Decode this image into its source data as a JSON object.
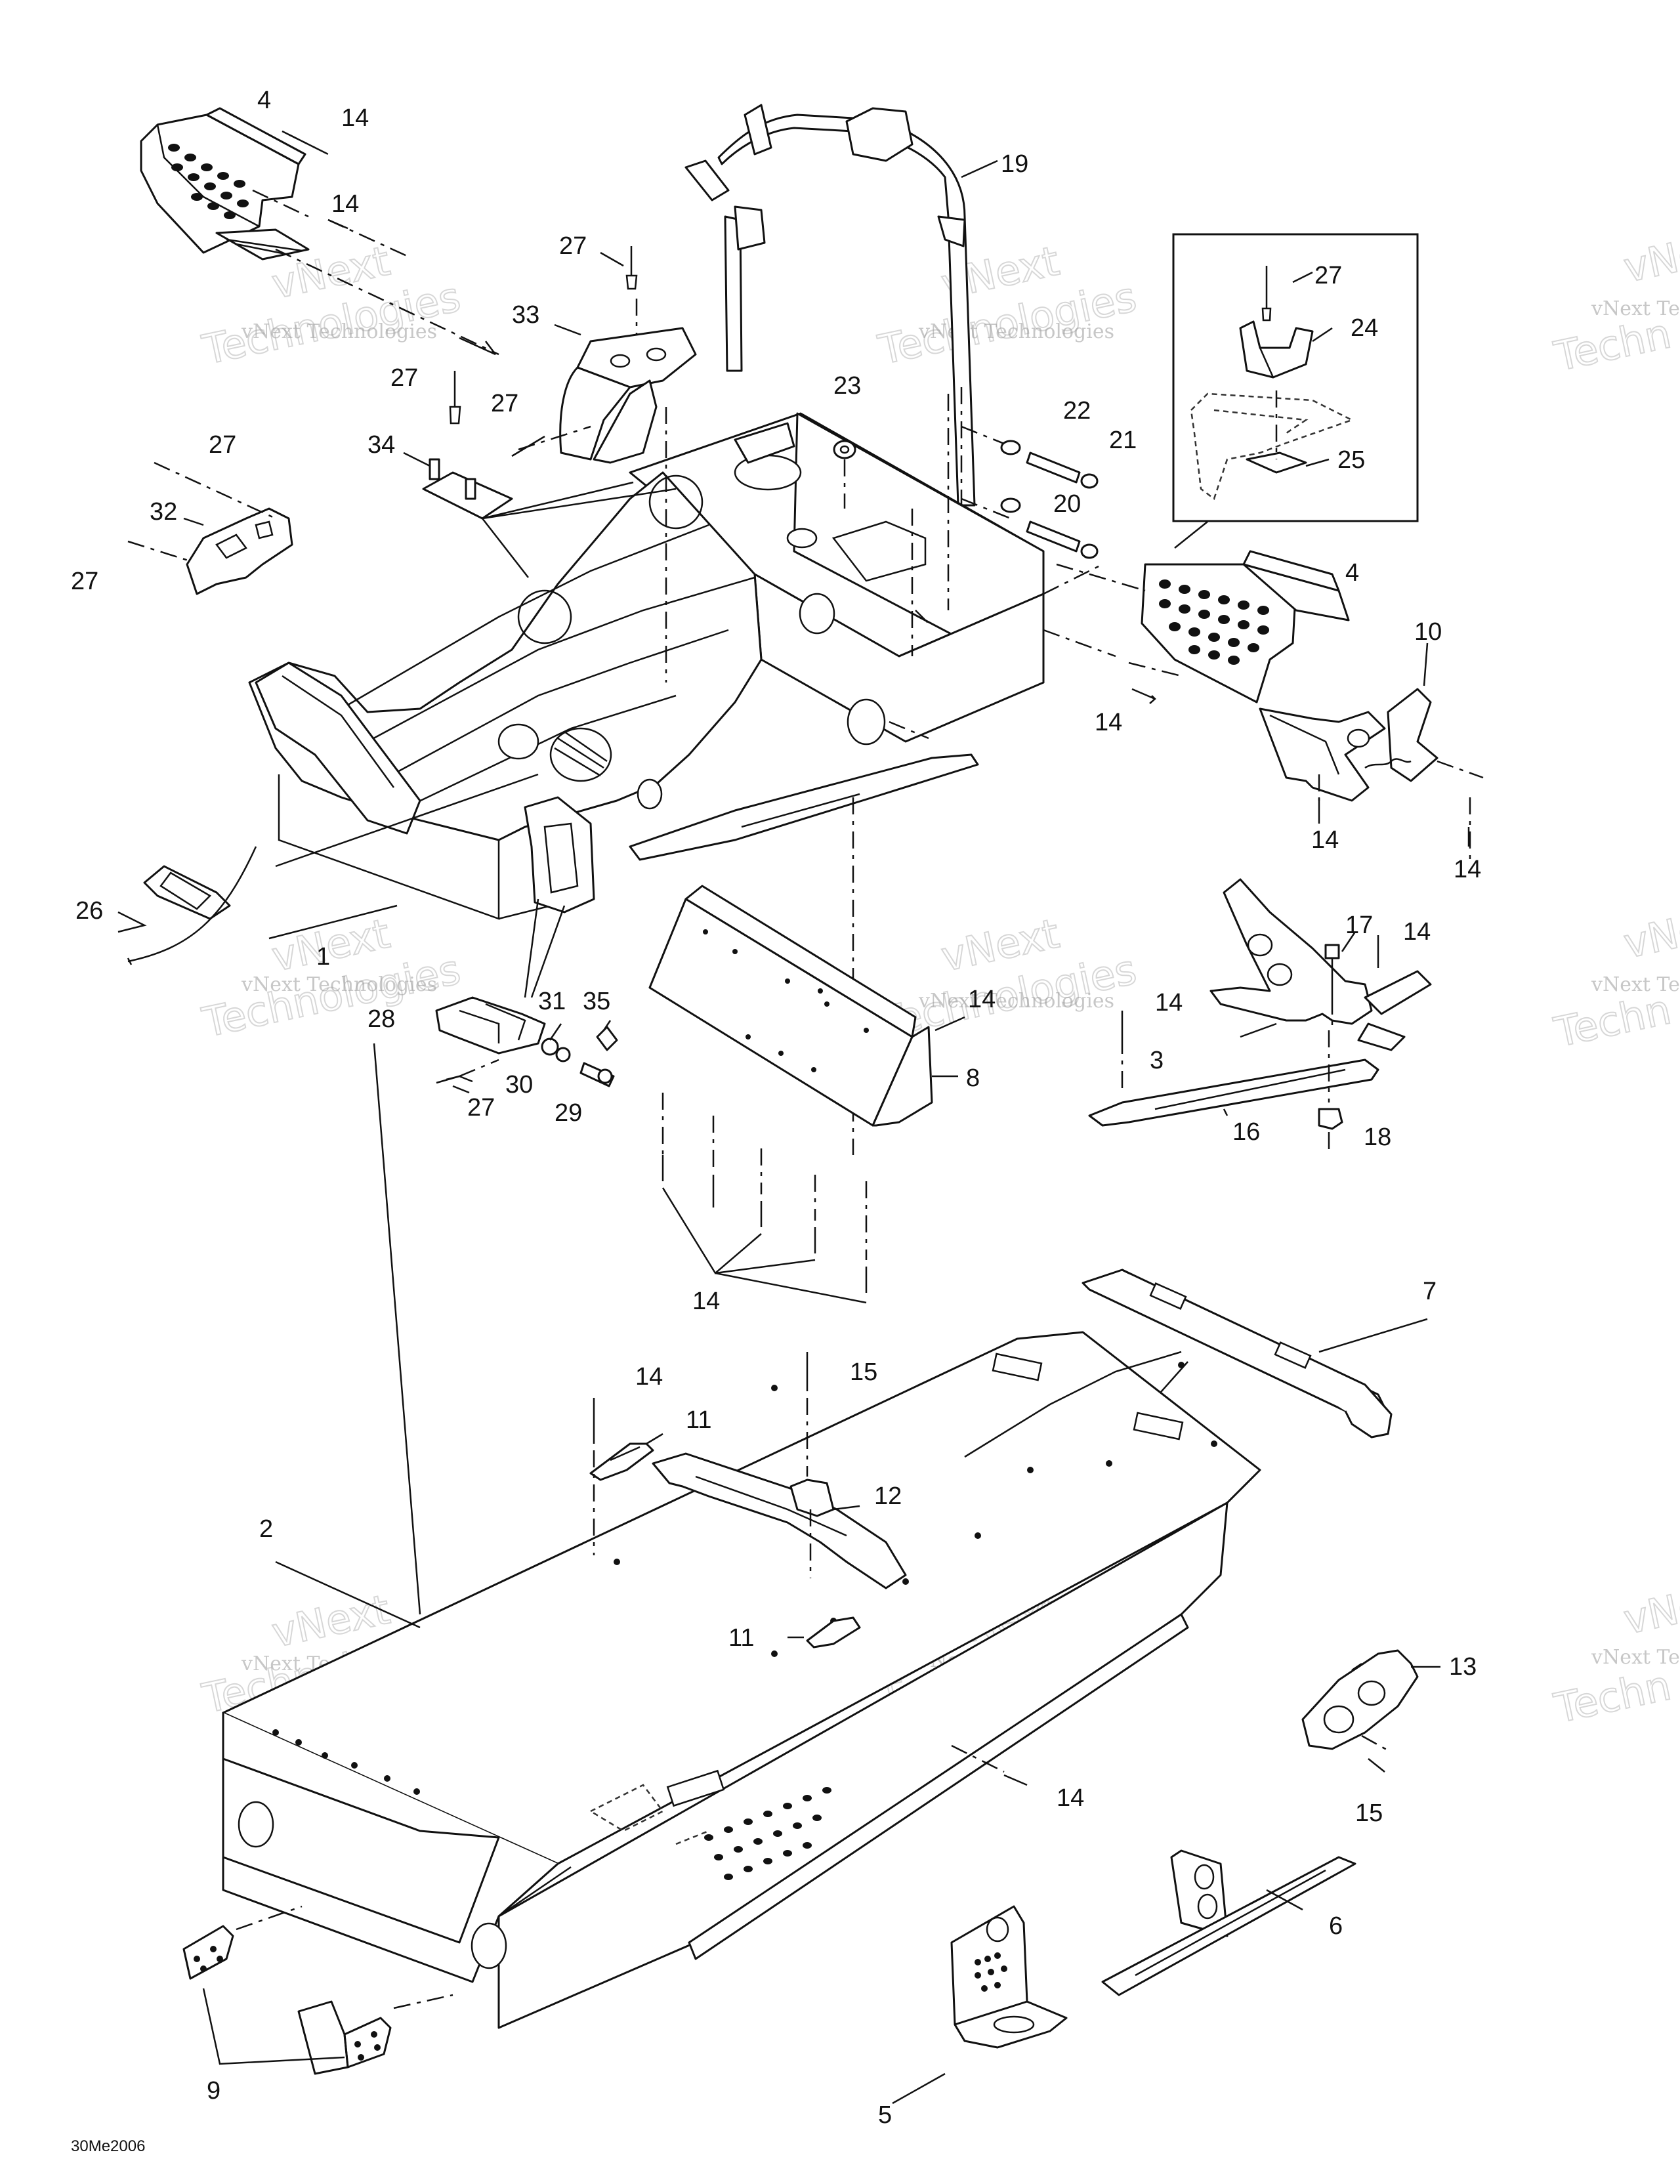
{
  "callouts": [
    {
      "id": "c4a",
      "text": "4"
    },
    {
      "id": "c14a",
      "text": "14"
    },
    {
      "id": "c14b",
      "text": "14"
    },
    {
      "id": "c19",
      "text": "19"
    },
    {
      "id": "c27a",
      "text": "27"
    },
    {
      "id": "c33",
      "text": "33"
    },
    {
      "id": "c27b",
      "text": "27"
    },
    {
      "id": "c27c",
      "text": "27"
    },
    {
      "id": "c34",
      "text": "34"
    },
    {
      "id": "c27d",
      "text": "27"
    },
    {
      "id": "c32",
      "text": "32"
    },
    {
      "id": "c27e",
      "text": "27"
    },
    {
      "id": "c23",
      "text": "23"
    },
    {
      "id": "c22",
      "text": "22"
    },
    {
      "id": "c21",
      "text": "21"
    },
    {
      "id": "c20",
      "text": "20"
    },
    {
      "id": "c27f",
      "text": "27"
    },
    {
      "id": "c24",
      "text": "24"
    },
    {
      "id": "c25",
      "text": "25"
    },
    {
      "id": "c4b",
      "text": "4"
    },
    {
      "id": "c10",
      "text": "10"
    },
    {
      "id": "c14c",
      "text": "14"
    },
    {
      "id": "c14d",
      "text": "14"
    },
    {
      "id": "c14e",
      "text": "14"
    },
    {
      "id": "c26",
      "text": "26"
    },
    {
      "id": "c1",
      "text": "1"
    },
    {
      "id": "c28",
      "text": "28"
    },
    {
      "id": "c31",
      "text": "31"
    },
    {
      "id": "c35",
      "text": "35"
    },
    {
      "id": "c30",
      "text": "30"
    },
    {
      "id": "c29",
      "text": "29"
    },
    {
      "id": "c27g",
      "text": "27"
    },
    {
      "id": "c14f",
      "text": "14"
    },
    {
      "id": "c8",
      "text": "8"
    },
    {
      "id": "c17",
      "text": "17"
    },
    {
      "id": "c14g",
      "text": "14"
    },
    {
      "id": "c14h",
      "text": "14"
    },
    {
      "id": "c3",
      "text": "3"
    },
    {
      "id": "c16",
      "text": "16"
    },
    {
      "id": "c18",
      "text": "18"
    },
    {
      "id": "c14i",
      "text": "14"
    },
    {
      "id": "c7",
      "text": "7"
    },
    {
      "id": "c14j",
      "text": "14"
    },
    {
      "id": "c15a",
      "text": "15"
    },
    {
      "id": "c11a",
      "text": "11"
    },
    {
      "id": "c12",
      "text": "12"
    },
    {
      "id": "c2",
      "text": "2"
    },
    {
      "id": "c11b",
      "text": "11"
    },
    {
      "id": "c13",
      "text": "13"
    },
    {
      "id": "c15b",
      "text": "15"
    },
    {
      "id": "c14k",
      "text": "14"
    },
    {
      "id": "c6",
      "text": "6"
    },
    {
      "id": "c9",
      "text": "9"
    },
    {
      "id": "c5",
      "text": "5"
    }
  ],
  "watermark": {
    "line1": "vNext Technologies",
    "line2": "vNext",
    "line3": "Technologies",
    "partial1": "vNext Te",
    "partial2": "Techn",
    "partial3": "vNe"
  },
  "drawing_code": "30Me2006"
}
